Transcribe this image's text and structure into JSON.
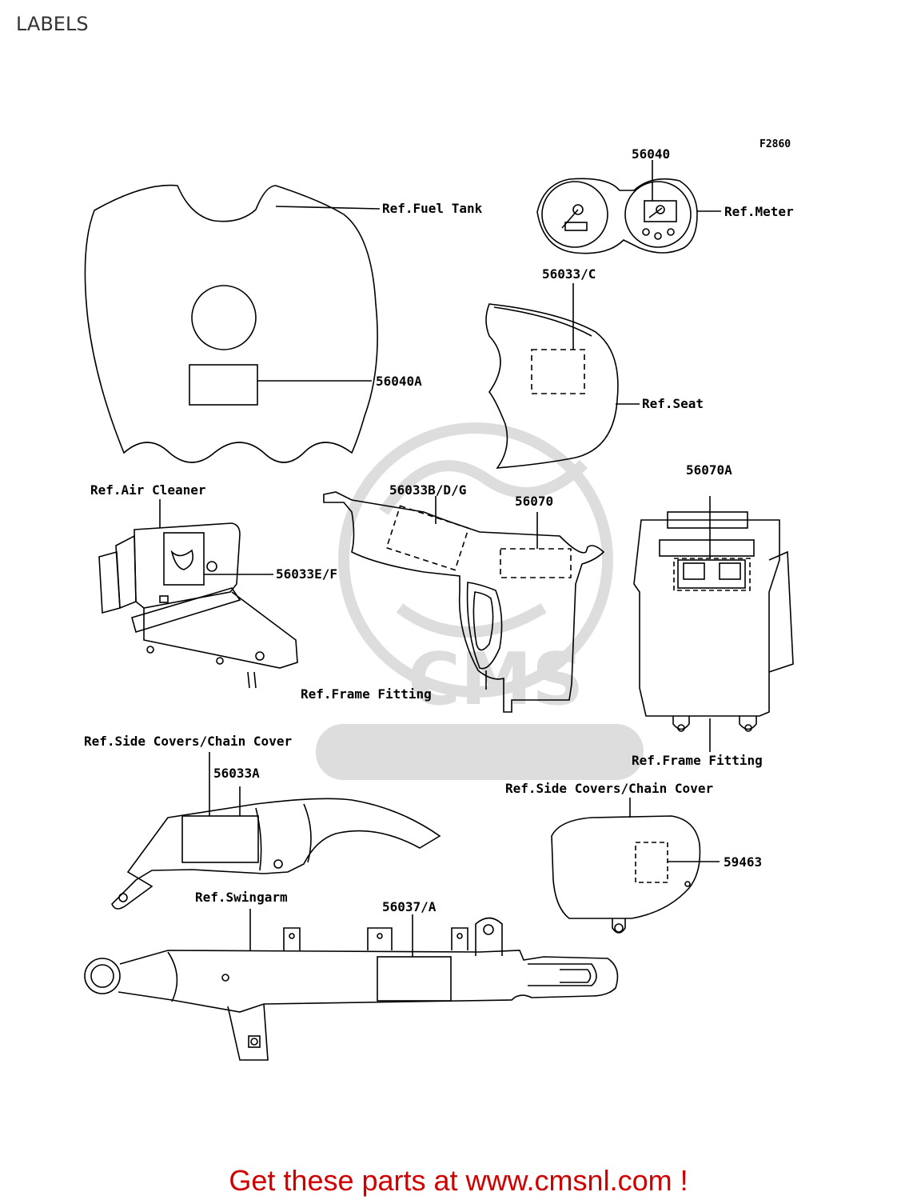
{
  "page": {
    "title": "LABELS"
  },
  "figure": {
    "code": "F2860",
    "watermark": "WWW.CMSNL.COM",
    "watermark_logo_text": "CMS",
    "labels": {
      "ref_fuel_tank": "Ref.Fuel Tank",
      "part_56040": "56040",
      "ref_meter": "Ref.Meter",
      "part_56033_c": "56033/C",
      "part_56040a": "56040A",
      "ref_seat": "Ref.Seat",
      "ref_air_cleaner": "Ref.Air Cleaner",
      "part_56033_bdg": "56033B/D/G",
      "part_56070": "56070",
      "part_56070a": "56070A",
      "part_56033_ef": "56033E/F",
      "ref_frame_fitting_center": "Ref.Frame Fitting",
      "ref_frame_fitting_right": "Ref.Frame Fitting",
      "ref_side_covers_left": "Ref.Side Covers/Chain Cover",
      "part_56033a": "56033A",
      "ref_side_covers_right": "Ref.Side Covers/Chain Cover",
      "part_59463": "59463",
      "ref_swingarm": "Ref.Swingarm",
      "part_56037_a": "56037/A"
    }
  },
  "footer": {
    "text": "Get these parts at www.cmsnl.com !",
    "color": "#d00000"
  }
}
